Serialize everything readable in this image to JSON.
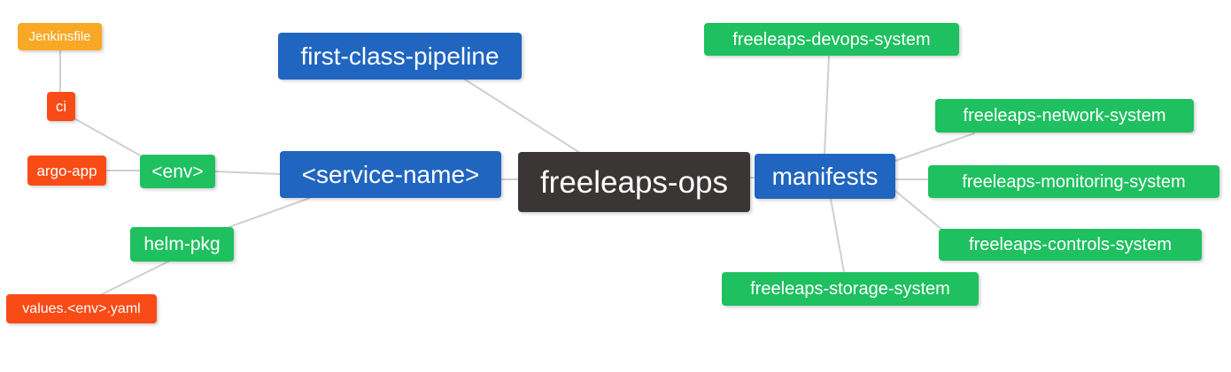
{
  "diagram": {
    "type": "mindmap",
    "root": "freeleaps-ops",
    "colors": {
      "blue": "#2065c0",
      "green": "#1ec05f",
      "red": "#f94b16",
      "orange": "#f9a826",
      "dark": "#3a3636",
      "edge": "#cfcfcf",
      "node_text": "#ffffff",
      "background": "#ffffff"
    },
    "nodes": {
      "freeleaps_ops": {
        "label": "freeleaps-ops",
        "color": "dark"
      },
      "first_class_pipeline": {
        "label": "first-class-pipeline",
        "color": "blue"
      },
      "service_name": {
        "label": "<service-name>",
        "color": "blue"
      },
      "manifests": {
        "label": "manifests",
        "color": "blue"
      },
      "env": {
        "label": "<env>",
        "color": "green"
      },
      "helm_pkg": {
        "label": "helm-pkg",
        "color": "green"
      },
      "ci": {
        "label": "ci",
        "color": "red"
      },
      "argo_app": {
        "label": "argo-app",
        "color": "red"
      },
      "values_env_yaml": {
        "label": "values.<env>.yaml",
        "color": "red"
      },
      "jenkinsfile": {
        "label": "Jenkinsfile",
        "color": "orange"
      },
      "freeleaps_devops_system": {
        "label": "freeleaps-devops-system",
        "color": "green"
      },
      "freeleaps_network_system": {
        "label": "freeleaps-network-system",
        "color": "green"
      },
      "freeleaps_monitoring_system": {
        "label": "freeleaps-monitoring-system",
        "color": "green"
      },
      "freeleaps_controls_system": {
        "label": "freeleaps-controls-system",
        "color": "green"
      },
      "freeleaps_storage_system": {
        "label": "freeleaps-storage-system",
        "color": "green"
      }
    },
    "edges": [
      [
        "jenkinsfile",
        "ci"
      ],
      [
        "ci",
        "env"
      ],
      [
        "argo_app",
        "env"
      ],
      [
        "env",
        "service_name"
      ],
      [
        "helm_pkg",
        "service_name"
      ],
      [
        "values_env_yaml",
        "helm_pkg"
      ],
      [
        "first_class_pipeline",
        "freeleaps_ops"
      ],
      [
        "service_name",
        "freeleaps_ops"
      ],
      [
        "freeleaps_ops",
        "manifests"
      ],
      [
        "manifests",
        "freeleaps_devops_system"
      ],
      [
        "manifests",
        "freeleaps_network_system"
      ],
      [
        "manifests",
        "freeleaps_monitoring_system"
      ],
      [
        "manifests",
        "freeleaps_controls_system"
      ],
      [
        "manifests",
        "freeleaps_storage_system"
      ]
    ]
  }
}
